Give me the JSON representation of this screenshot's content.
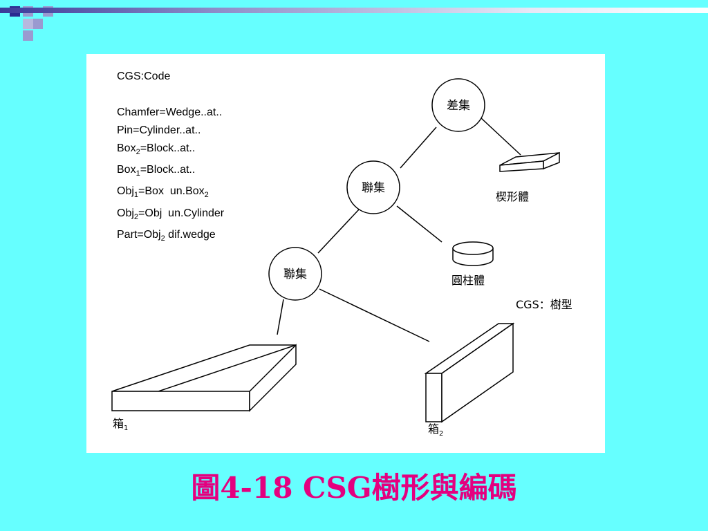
{
  "colors": {
    "background": "#66ffff",
    "caption": "#e4007f",
    "deco_dark": "#2a2a90",
    "deco_light": "#9a9ad0"
  },
  "code": {
    "title": "CGS:Code",
    "lines": [
      {
        "text": "Chamfer=Wedge..at.."
      },
      {
        "text": "Pin=Cylinder..at.."
      },
      {
        "pre": "Box",
        "sub": "2",
        "post": "=Block..at.."
      },
      {
        "pre": "Box",
        "sub": "1",
        "post": "=Block..at.."
      },
      {
        "pre": "Obj",
        "sub": "1",
        "post": "=Box  un.Box",
        "sub2": "2"
      },
      {
        "pre": "Obj",
        "sub": "2",
        "post": "=Obj  un.Cylinder"
      },
      {
        "pre": "Part=Obj",
        "sub": "2",
        "post": " dif.wedge"
      }
    ]
  },
  "tree": {
    "root_label": "差集",
    "union_top_label": "聯集",
    "union_bottom_label": "聯集",
    "wedge_label": "楔形體",
    "cylinder_label": "圓柱體",
    "tree_type_label": "CGS：樹型",
    "box1_label": "箱",
    "box1_sub": "1",
    "box2_label": "箱",
    "box2_sub": "2"
  },
  "caption": "圖4-18 CSG樹形與編碼"
}
